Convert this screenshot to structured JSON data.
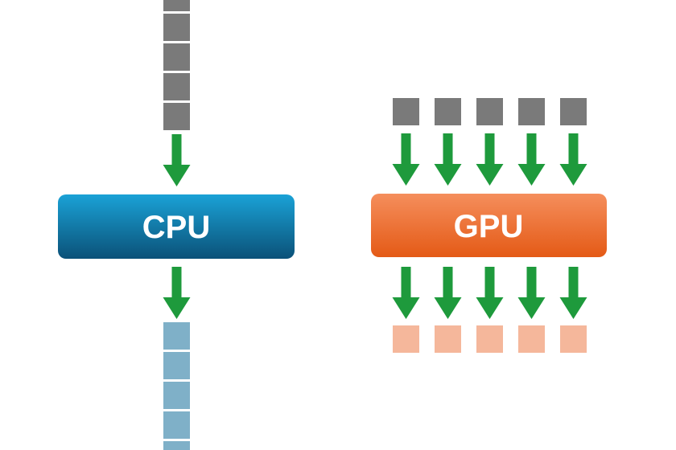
{
  "cpu": {
    "label": "CPU",
    "input_blocks": 5,
    "output_blocks": 5,
    "colors": {
      "box_top": "#1aa2d6",
      "box_bottom": "#0b5178",
      "input_block": "#7a7a7a",
      "output_block": "#7fb0c8"
    }
  },
  "gpu": {
    "label": "GPU",
    "input_blocks": 5,
    "output_blocks": 5,
    "colors": {
      "box_top": "#f58e5c",
      "box_bottom": "#e45a16",
      "input_block": "#7a7a7a",
      "output_block": "#f5b79b"
    }
  },
  "arrow_color": "#1e9a3c"
}
